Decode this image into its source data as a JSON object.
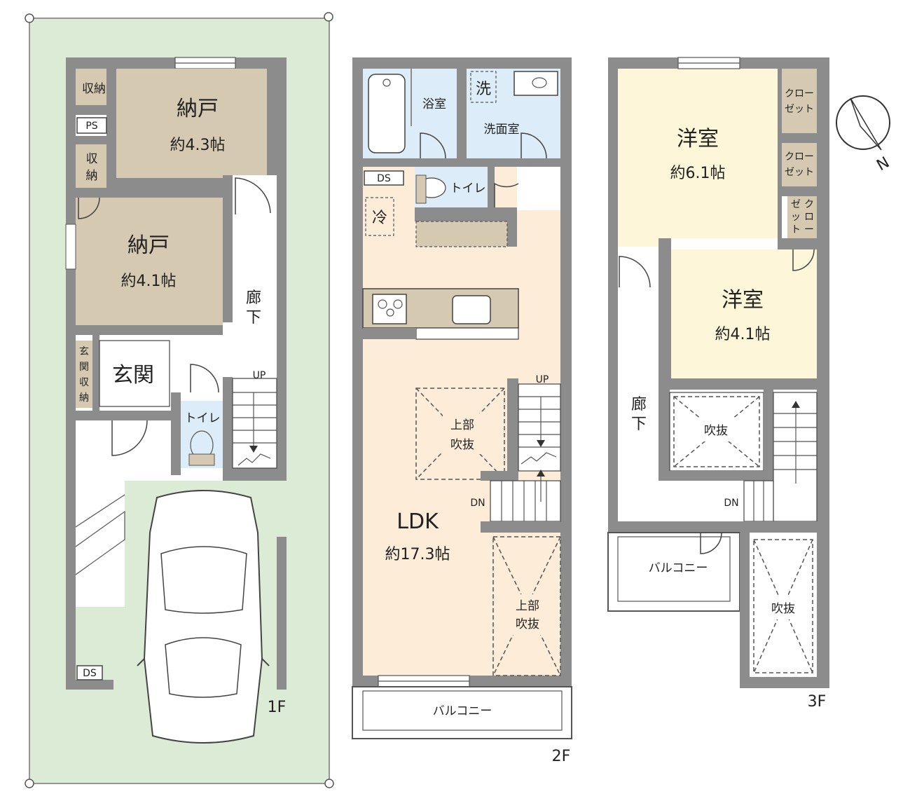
{
  "floor1": {
    "label": "1F",
    "storage_room_a": {
      "name": "納戸",
      "size": "約4.3帖"
    },
    "storage_room_b": {
      "name": "納戸",
      "size": "約4.1帖"
    },
    "closet_top": "収納",
    "closet_side_1": "収",
    "closet_side_2": "納",
    "ps": "PS",
    "entrance": "玄関",
    "entrance_storage": [
      "玄",
      "関",
      "収",
      "納"
    ],
    "toilet": "トイレ",
    "hallway": [
      "廊",
      "下"
    ],
    "up": "UP",
    "ds": "DS"
  },
  "floor2": {
    "label": "2F",
    "bath": "浴室",
    "wash_mark": "洗",
    "washroom": "洗面室",
    "ds": "DS",
    "toilet": "トイレ",
    "fridge": "冷",
    "void_1": [
      "上部",
      "吹抜"
    ],
    "void_2": [
      "上部",
      "吹抜"
    ],
    "ldk": {
      "name": "LDK",
      "size": "約17.3帖"
    },
    "up": "UP",
    "dn": "DN",
    "balcony": "バルコニー"
  },
  "floor3": {
    "label": "3F",
    "room_a": {
      "name": "洋室",
      "size": "約6.1帖"
    },
    "room_b": {
      "name": "洋室",
      "size": "約4.1帖"
    },
    "closet_1": [
      "クロー",
      "ゼット"
    ],
    "closet_2": [
      "クロー",
      "ゼット"
    ],
    "closet_3a": [
      "ク",
      "ロ",
      "ー"
    ],
    "closet_3b": [
      "ゼ",
      "ッ",
      "ト"
    ],
    "hallway": [
      "廊",
      "下"
    ],
    "void_1": "吹抜",
    "void_2": "吹抜",
    "dn": "DN",
    "balcony": "バルコニー"
  },
  "compass": {
    "north": "N"
  },
  "colors": {
    "site": "#dcebd5",
    "storage_room": "#d6c9b2",
    "ldk": "#fdecd8",
    "bedroom": "#fdf6d8",
    "wet_area": "#dcedf9",
    "closet": "#d6c9b2",
    "wall": "#8c8c8c"
  }
}
